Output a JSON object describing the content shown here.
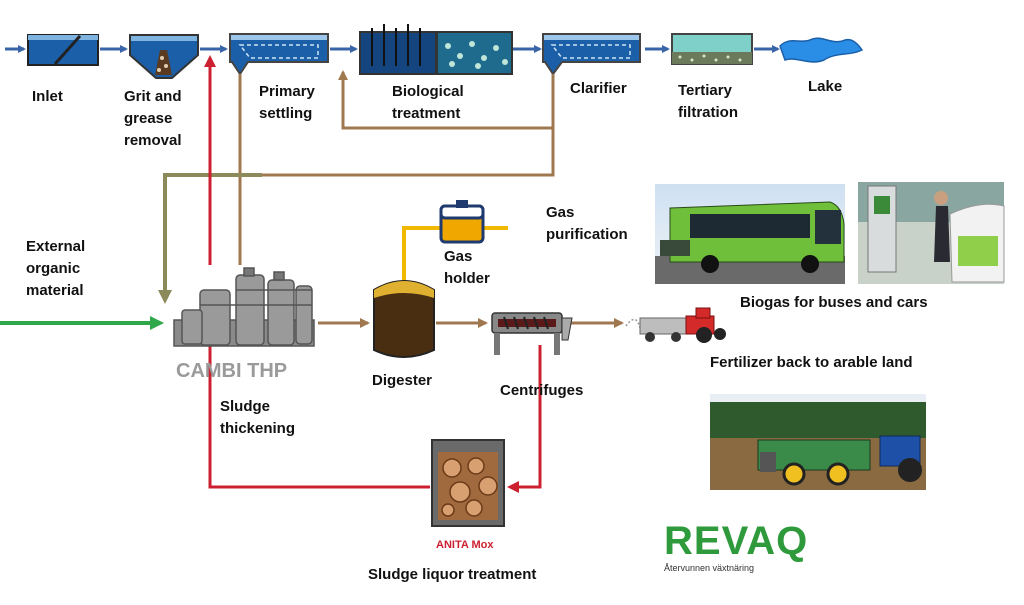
{
  "labels": {
    "inlet": "Inlet",
    "grit_1": "Grit and",
    "grit_2": "grease",
    "grit_3": "removal",
    "primary_1": "Primary",
    "primary_2": "settling",
    "bio_1": "Biological",
    "bio_2": "treatment",
    "clarifier": "Clarifier",
    "tertiary_1": "Tertiary",
    "tertiary_2": "filtration",
    "lake": "Lake",
    "external_1": "External",
    "external_2": "organic",
    "external_3": "material",
    "cambi": "CAMBI THP",
    "thickening_1": "Sludge",
    "thickening_2": "thickening",
    "gas_holder_1": "Gas",
    "gas_holder_2": "holder",
    "gas_purif_1": "Gas",
    "gas_purif_2": "purification",
    "digester": "Digester",
    "centrifuges": "Centrifuges",
    "biogas": "Biogas for buses and cars",
    "fertilizer": "Fertilizer back to arable land",
    "anita": "ANITA Mox",
    "liquor": "Sludge liquor treatment"
  },
  "logo": {
    "text": "REVAQ",
    "tagline": "Återvunnen växtnäring",
    "color": "#2e9a3c"
  },
  "colors": {
    "water_line": "#3a64a8",
    "sludge_line": "#a07850",
    "recycle_line": "#8c8a5a",
    "liquor_line": "#cc2030",
    "external_line": "#2ea84a",
    "gas_line": "#f0b800",
    "water": "#1a5fa8"
  }
}
